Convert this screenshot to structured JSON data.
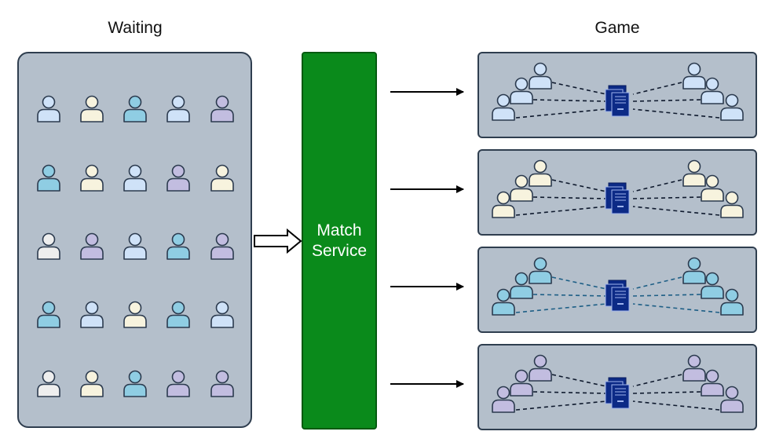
{
  "waiting": {
    "title": "Waiting",
    "rows": [
      [
        "light-blue",
        "cream",
        "teal",
        "light-blue",
        "lavender"
      ],
      [
        "teal",
        "cream",
        "light-blue",
        "lavender",
        "cream"
      ],
      [
        "light-gray",
        "lavender",
        "light-blue",
        "teal",
        "lavender"
      ],
      [
        "teal",
        "light-blue",
        "cream",
        "teal",
        "light-blue"
      ],
      [
        "light-gray",
        "cream",
        "teal",
        "lavender",
        "lavender"
      ]
    ]
  },
  "match_service": {
    "label_line1": "Match",
    "label_line2": "Service"
  },
  "game": {
    "title": "Game",
    "instances": [
      {
        "color": "light-blue"
      },
      {
        "color": "cream"
      },
      {
        "color": "teal"
      },
      {
        "color": "lavender"
      }
    ]
  },
  "colors": {
    "light-blue": "#cfe2f8",
    "cream": "#f7f3de",
    "teal": "#8fcde3",
    "lavender": "#c2bde0",
    "light-gray": "#eeeeee",
    "outline": "#2b3a4e",
    "server": "#0c2a86",
    "match": "#0a8a1b"
  }
}
